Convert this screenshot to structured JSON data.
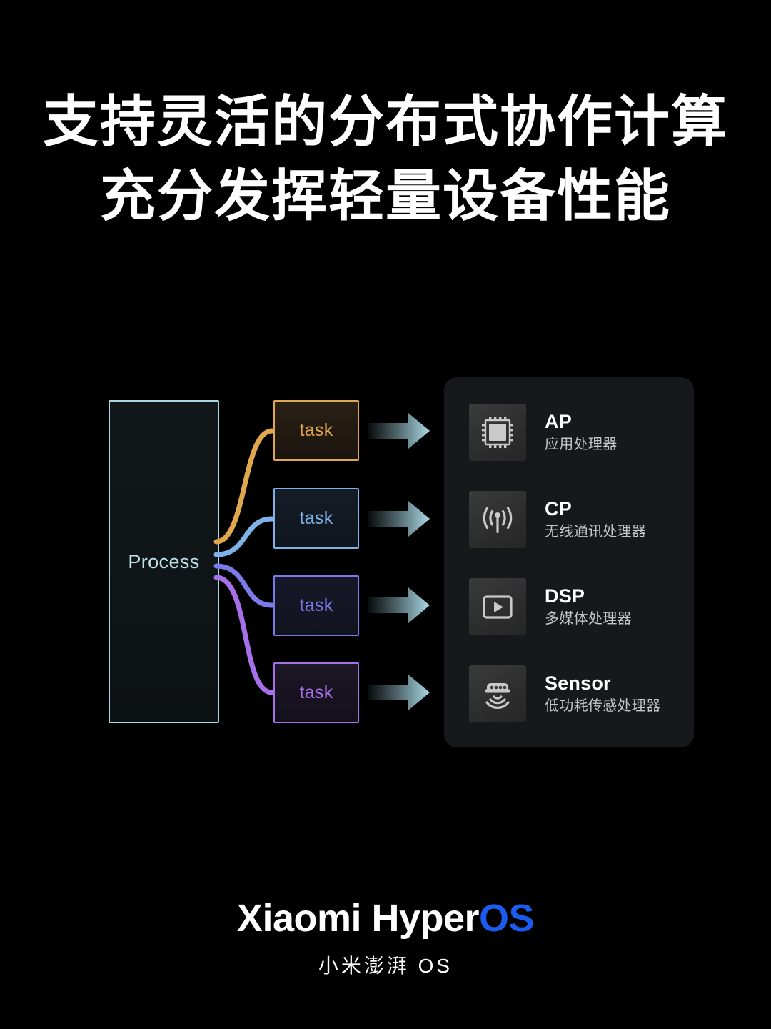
{
  "headline": {
    "line1": "支持灵活的分布式协作计算",
    "line2": "充分发挥轻量设备性能"
  },
  "diagram": {
    "process_label": "Process",
    "tasks": [
      {
        "label": "task",
        "border": "#e0a84e",
        "text": "#e0a84e",
        "fill_top": "#2a2014",
        "fill_bottom": "#1b1510"
      },
      {
        "label": "task",
        "border": "#7fb2e8",
        "text": "#7fb2e8",
        "fill_top": "#141c26",
        "fill_bottom": "#10161d"
      },
      {
        "label": "task",
        "border": "#7b7ae8",
        "text": "#7b7ae8",
        "fill_top": "#16182a",
        "fill_bottom": "#11131d"
      },
      {
        "label": "task",
        "border": "#a770e8",
        "text": "#a770e8",
        "fill_top": "#1d1626",
        "fill_bottom": "#14101b"
      }
    ],
    "curve_colors": [
      "#e0a84e",
      "#7fb2e8",
      "#7b7ae8",
      "#a770e8"
    ],
    "arrow_color": "#a9d7e4",
    "process_border_color": "#a9d7e4"
  },
  "devices": [
    {
      "icon": "chip-icon",
      "name": "AP",
      "desc": "应用处理器"
    },
    {
      "icon": "antenna-icon",
      "name": "CP",
      "desc": "无线通讯处理器"
    },
    {
      "icon": "play-icon",
      "name": "DSP",
      "desc": "多媒体处理器"
    },
    {
      "icon": "sensor-icon",
      "name": "Sensor",
      "desc": "低功耗传感处理器"
    }
  ],
  "brand": {
    "name_white": "Xiaomi Hyper",
    "name_blue": "OS",
    "subtitle": "小米澎湃 OS",
    "accent_color": "#1b5cf0"
  }
}
